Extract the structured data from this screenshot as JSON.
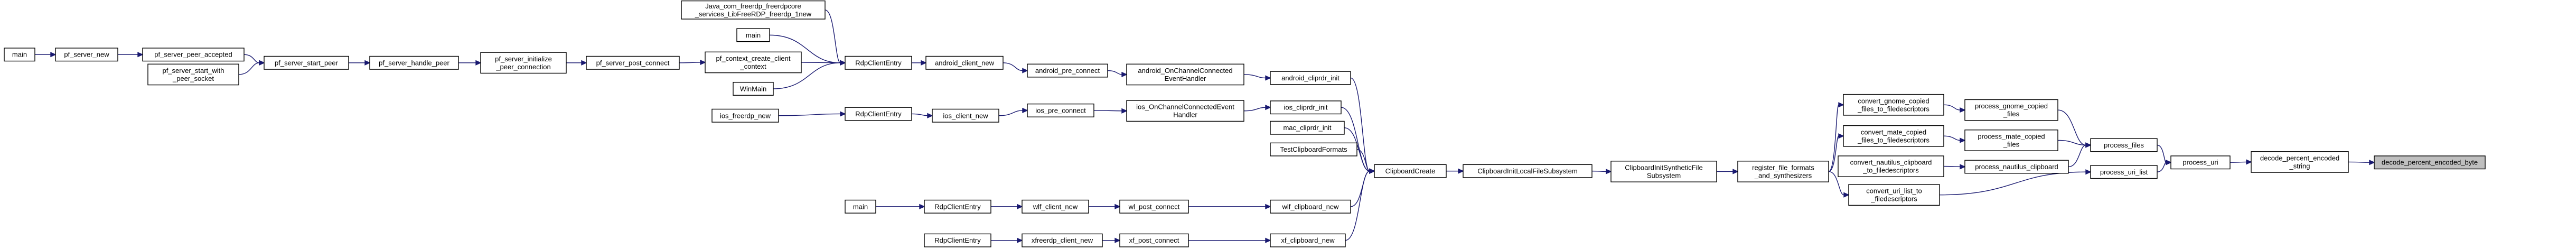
{
  "graph": {
    "nodes": [
      {
        "id": "main_1",
        "lines": [
          "main"
        ]
      },
      {
        "id": "pf_server_new",
        "lines": [
          "pf_server_new"
        ]
      },
      {
        "id": "pf_server_peer_accepted",
        "lines": [
          "pf_server_peer_accepted"
        ]
      },
      {
        "id": "pf_server_start_with_peer_socket",
        "lines": [
          "pf_server_start_with",
          "_peer_socket"
        ]
      },
      {
        "id": "pf_server_start_peer",
        "lines": [
          "pf_server_start_peer"
        ]
      },
      {
        "id": "pf_server_handle_peer",
        "lines": [
          "pf_server_handle_peer"
        ]
      },
      {
        "id": "pf_server_initialize_peer_connection",
        "lines": [
          "pf_server_initialize",
          "_peer_connection"
        ]
      },
      {
        "id": "pf_server_post_connect",
        "lines": [
          "pf_server_post_connect"
        ]
      },
      {
        "id": "pf_context_create_client_context",
        "lines": [
          "pf_context_create_client",
          "_context"
        ]
      },
      {
        "id": "java_freerdp_new",
        "lines": [
          "Java_com_freerdp_freerdpcore",
          "_services_LibFreeRDP_freerdp_1new"
        ]
      },
      {
        "id": "main_2",
        "lines": [
          "main"
        ]
      },
      {
        "id": "rdp_client_entry_1",
        "lines": [
          "RdpClientEntry"
        ]
      },
      {
        "id": "winmain",
        "lines": [
          "WinMain"
        ]
      },
      {
        "id": "android_client_new",
        "lines": [
          "android_client_new"
        ]
      },
      {
        "id": "android_pre_connect",
        "lines": [
          "android_pre_connect"
        ]
      },
      {
        "id": "android_onchannelconnected",
        "lines": [
          "android_OnChannelConnected",
          "EventHandler"
        ]
      },
      {
        "id": "android_cliprdr_init",
        "lines": [
          "android_cliprdr_init"
        ]
      },
      {
        "id": "ios_freerdp_new",
        "lines": [
          "ios_freerdp_new"
        ]
      },
      {
        "id": "rdp_client_entry_2",
        "lines": [
          "RdpClientEntry"
        ]
      },
      {
        "id": "ios_client_new",
        "lines": [
          "ios_client_new"
        ]
      },
      {
        "id": "ios_pre_connect",
        "lines": [
          "ios_pre_connect"
        ]
      },
      {
        "id": "ios_onchannelconnected",
        "lines": [
          "ios_OnChannelConnectedEvent",
          "Handler"
        ]
      },
      {
        "id": "ios_cliprdr_init",
        "lines": [
          "ios_cliprdr_init"
        ]
      },
      {
        "id": "mac_cliprdr_init",
        "lines": [
          "mac_cliprdr_init"
        ]
      },
      {
        "id": "test_clipboard_formats",
        "lines": [
          "TestClipboardFormats"
        ]
      },
      {
        "id": "main_3",
        "lines": [
          "main"
        ]
      },
      {
        "id": "rdp_client_entry_3",
        "lines": [
          "RdpClientEntry"
        ]
      },
      {
        "id": "wlf_client_new",
        "lines": [
          "wlf_client_new"
        ]
      },
      {
        "id": "wl_post_connect",
        "lines": [
          "wl_post_connect"
        ]
      },
      {
        "id": "wlf_clipboard_new",
        "lines": [
          "wlf_clipboard_new"
        ]
      },
      {
        "id": "rdp_client_entry_4",
        "lines": [
          "RdpClientEntry"
        ]
      },
      {
        "id": "xfreerdp_client_new",
        "lines": [
          "xfreerdp_client_new"
        ]
      },
      {
        "id": "xf_post_connect",
        "lines": [
          "xf_post_connect"
        ]
      },
      {
        "id": "xf_clipboard_new",
        "lines": [
          "xf_clipboard_new"
        ]
      },
      {
        "id": "clipboard_create",
        "lines": [
          "ClipboardCreate"
        ]
      },
      {
        "id": "clipboard_init_local_file_subsystem",
        "lines": [
          "ClipboardInitLocalFileSubsystem"
        ]
      },
      {
        "id": "clipboard_init_synthetic_file_subsystem",
        "lines": [
          "ClipboardInitSyntheticFile",
          "Subsystem"
        ]
      },
      {
        "id": "register_file_formats",
        "lines": [
          "register_file_formats",
          "_and_synthesizers"
        ]
      },
      {
        "id": "convert_gnome_copied_files",
        "lines": [
          "convert_gnome_copied",
          "_files_to_filedescriptors"
        ]
      },
      {
        "id": "convert_mate_copied_files",
        "lines": [
          "convert_mate_copied",
          "_files_to_filedescriptors"
        ]
      },
      {
        "id": "convert_nautilus_clipboard",
        "lines": [
          "convert_nautilus_clipboard",
          "_to_filedescriptors"
        ]
      },
      {
        "id": "convert_uri_list",
        "lines": [
          "convert_uri_list_to",
          "_filedescriptors"
        ]
      },
      {
        "id": "process_gnome_copied_files",
        "lines": [
          "process_gnome_copied",
          "_files"
        ]
      },
      {
        "id": "process_mate_copied_files",
        "lines": [
          "process_mate_copied",
          "_files"
        ]
      },
      {
        "id": "process_nautilus_clipboard",
        "lines": [
          "process_nautilus_clipboard"
        ]
      },
      {
        "id": "process_files",
        "lines": [
          "process_files"
        ]
      },
      {
        "id": "process_uri_list",
        "lines": [
          "process_uri_list"
        ]
      },
      {
        "id": "process_uri",
        "lines": [
          "process_uri"
        ]
      },
      {
        "id": "decode_percent_encoded_string",
        "lines": [
          "decode_percent_encoded",
          "_string"
        ]
      },
      {
        "id": "decode_percent_encoded_byte",
        "lines": [
          "decode_percent_encoded_byte"
        ]
      }
    ],
    "edges": [
      [
        "pf_server_new",
        "main_1"
      ],
      [
        "pf_server_peer_accepted",
        "pf_server_new"
      ],
      [
        "pf_server_start_peer",
        "pf_server_peer_accepted"
      ],
      [
        "pf_server_start_peer",
        "pf_server_start_with_peer_socket"
      ],
      [
        "pf_server_handle_peer",
        "pf_server_start_peer"
      ],
      [
        "pf_server_initialize_peer_connection",
        "pf_server_handle_peer"
      ],
      [
        "pf_server_post_connect",
        "pf_server_initialize_peer_connection"
      ],
      [
        "pf_context_create_client_context",
        "pf_server_post_connect"
      ],
      [
        "rdp_client_entry_1",
        "java_freerdp_new"
      ],
      [
        "rdp_client_entry_1",
        "main_2"
      ],
      [
        "rdp_client_entry_1",
        "pf_context_create_client_context"
      ],
      [
        "rdp_client_entry_1",
        "winmain"
      ],
      [
        "android_client_new",
        "rdp_client_entry_1"
      ],
      [
        "android_pre_connect",
        "android_client_new"
      ],
      [
        "android_onchannelconnected",
        "android_pre_connect"
      ],
      [
        "android_cliprdr_init",
        "android_onchannelconnected"
      ],
      [
        "rdp_client_entry_2",
        "ios_freerdp_new"
      ],
      [
        "ios_client_new",
        "rdp_client_entry_2"
      ],
      [
        "ios_pre_connect",
        "ios_client_new"
      ],
      [
        "ios_onchannelconnected",
        "ios_pre_connect"
      ],
      [
        "ios_cliprdr_init",
        "ios_onchannelconnected"
      ],
      [
        "rdp_client_entry_3",
        "main_3"
      ],
      [
        "wlf_client_new",
        "rdp_client_entry_3"
      ],
      [
        "wl_post_connect",
        "wlf_client_new"
      ],
      [
        "wlf_clipboard_new",
        "wl_post_connect"
      ],
      [
        "xfreerdp_client_new",
        "rdp_client_entry_4"
      ],
      [
        "xf_post_connect",
        "xfreerdp_client_new"
      ],
      [
        "xf_clipboard_new",
        "xf_post_connect"
      ],
      [
        "clipboard_create",
        "android_cliprdr_init"
      ],
      [
        "clipboard_create",
        "ios_cliprdr_init"
      ],
      [
        "clipboard_create",
        "mac_cliprdr_init"
      ],
      [
        "clipboard_create",
        "test_clipboard_formats"
      ],
      [
        "clipboard_create",
        "wlf_clipboard_new"
      ],
      [
        "clipboard_create",
        "xf_clipboard_new"
      ],
      [
        "clipboard_init_local_file_subsystem",
        "clipboard_create"
      ],
      [
        "clipboard_init_synthetic_file_subsystem",
        "clipboard_init_local_file_subsystem"
      ],
      [
        "register_file_formats",
        "clipboard_init_synthetic_file_subsystem"
      ],
      [
        "convert_gnome_copied_files",
        "register_file_formats"
      ],
      [
        "convert_mate_copied_files",
        "register_file_formats"
      ],
      [
        "convert_uri_list",
        "register_file_formats"
      ],
      [
        "process_gnome_copied_files",
        "convert_gnome_copied_files"
      ],
      [
        "process_mate_copied_files",
        "convert_mate_copied_files"
      ],
      [
        "process_nautilus_clipboard",
        "convert_nautilus_clipboard"
      ],
      [
        "process_files",
        "process_gnome_copied_files"
      ],
      [
        "process_files",
        "process_mate_copied_files"
      ],
      [
        "process_files",
        "process_nautilus_clipboard"
      ],
      [
        "process_uri_list",
        "convert_uri_list"
      ],
      [
        "process_uri",
        "process_files"
      ],
      [
        "process_uri",
        "process_uri_list"
      ],
      [
        "decode_percent_encoded_string",
        "process_uri"
      ],
      [
        "decode_percent_encoded_byte",
        "decode_percent_encoded_string"
      ]
    ]
  },
  "colors": {
    "edge": "#191970",
    "node_border": "#000000",
    "target_fill": "#bfbfbf"
  }
}
